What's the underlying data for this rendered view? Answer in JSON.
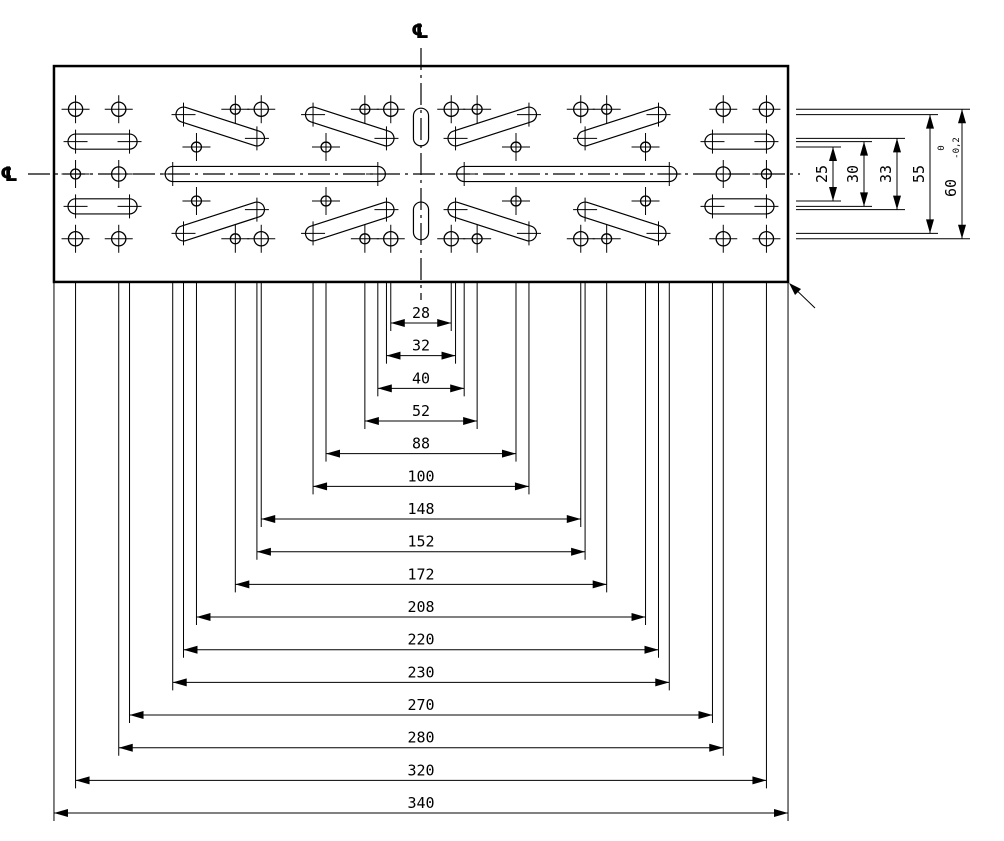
{
  "centerline_symbol": "℄",
  "horizontal_dimensions": [
    "28",
    "32",
    "40",
    "52",
    "88",
    "100",
    "148",
    "152",
    "172",
    "208",
    "220",
    "230",
    "270",
    "280",
    "320",
    "340"
  ],
  "vertical_dimensions": [
    {
      "label": "25"
    },
    {
      "label": "30"
    },
    {
      "label": "33"
    },
    {
      "label": "55"
    },
    {
      "label": "60",
      "tol_upper": "0",
      "tol_lower": "-0,2"
    }
  ],
  "colors": {
    "line": "#000000",
    "background": "#ffffff"
  }
}
